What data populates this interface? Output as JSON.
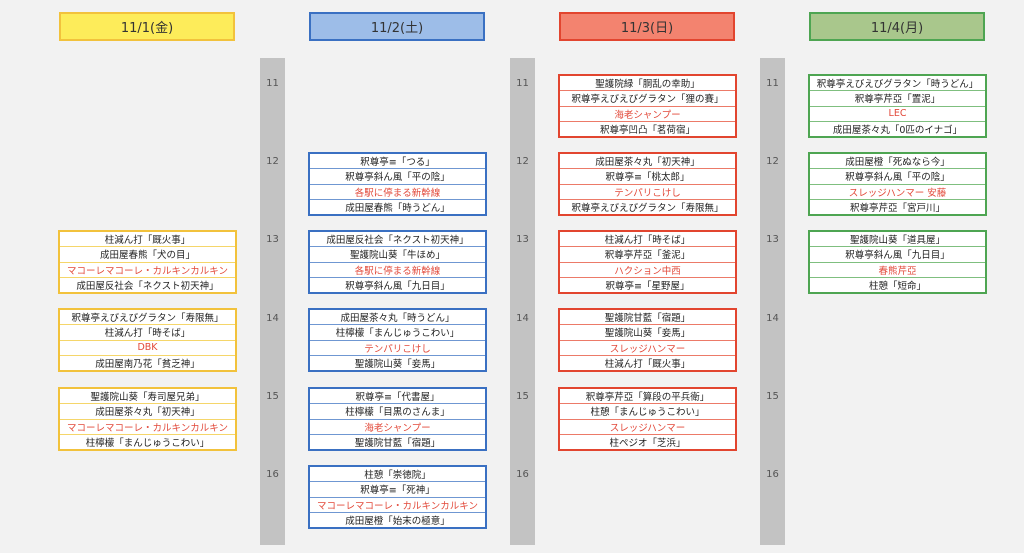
{
  "times": [
    "11",
    "12",
    "13",
    "14",
    "15",
    "16"
  ],
  "days": [
    {
      "label": "11/1(金)",
      "fill": "#fdec5a",
      "border": "#f2c23c",
      "line": "#f5d66a",
      "slots": [
        null,
        null,
        [
          "柱減ん打「厩火事」",
          "成田屋春熊「犬の目」",
          {
            "t": "マコーレマコーレ・カルキンカルキン",
            "hl": true
          },
          "成田屋反社会「ネクスト初天神」"
        ],
        [
          "釈尊亭えびえびグラタン「寿限無」",
          "柱減ん打「時そば」",
          {
            "t": "DBK",
            "hl": true
          },
          "成田屋南乃花「貧乏神」"
        ],
        [
          "聖護院山葵「寿司屋兄弟」",
          "成田屋茶々丸「初天神」",
          {
            "t": "マコーレマコーレ・カルキンカルキン",
            "hl": true
          },
          "柱檸檬「まんじゅうこわい」"
        ],
        null
      ]
    },
    {
      "label": "11/2(土)",
      "fill": "#9dbde8",
      "border": "#3a70c2",
      "line": "#6f97d2",
      "slots": [
        null,
        [
          "釈尊亭≡「つる」",
          "釈尊亭斜ん風「平の陰」",
          {
            "t": "各駅に停まる新幹線",
            "hl": true
          },
          "成田屋春熊「時うどん」"
        ],
        [
          "成田屋反社会「ネクスト初天神」",
          "聖護院山葵「牛ほめ」",
          {
            "t": "各駅に停まる新幹線",
            "hl": true
          },
          "釈尊亭斜ん風「九日目」"
        ],
        [
          "成田屋茶々丸「時うどん」",
          "柱檸檬「まんじゅうこわい」",
          {
            "t": "テンパリこけし",
            "hl": true
          },
          "聖護院山葵「妾馬」"
        ],
        [
          "釈尊亭≡「代書屋」",
          "柱檸檬「目黒のさんま」",
          {
            "t": "海老シャンプー",
            "hl": true
          },
          "聖護院甘藍「宿題」"
        ],
        [
          "柱憩「崇徳院」",
          "釈尊亭≡「死神」",
          {
            "t": "マコーレマコーレ・カルキンカルキン",
            "hl": true
          },
          "成田屋橙「始末の極意」"
        ]
      ]
    },
    {
      "label": "11/3(日)",
      "fill": "#f3836f",
      "border": "#e2452f",
      "line": "#ec7a68",
      "slots": [
        [
          "聖護院緑「胴乱の幸助」",
          "釈尊亭えびえびグラタン「狸の賽」",
          {
            "t": "海老シャンプー",
            "hl": true
          },
          "釈尊亭凹凸「茗荷宿」"
        ],
        [
          "成田屋茶々丸「初天神」",
          "釈尊亭≡「桃太郎」",
          {
            "t": "テンパリこけし",
            "hl": true
          },
          "釈尊亭えびえびグラタン「寿限無」"
        ],
        [
          "柱減ん打「時そば」",
          "釈尊亭芹亞「釜泥」",
          {
            "t": "ハクション中西",
            "hl": true
          },
          "釈尊亭≡「星野屋」"
        ],
        [
          "聖護院甘藍「宿題」",
          "聖護院山葵「妾馬」",
          {
            "t": "スレッジハンマー",
            "hl": true
          },
          "柱減ん打「厩火事」"
        ],
        [
          "釈尊亭芹亞「算段の平兵衛」",
          "柱憩「まんじゅうこわい」",
          {
            "t": "スレッジハンマー",
            "hl": true
          },
          "柱ペジオ「芝浜」"
        ],
        null
      ]
    },
    {
      "label": "11/4(月)",
      "fill": "#a9c78c",
      "border": "#4ea552",
      "line": "#7fbf7f",
      "slots": [
        [
          "釈尊亭えびえびグラタン「時うどん」",
          "釈尊亭芹亞「置泥」",
          {
            "t": "LEC",
            "hl": true
          },
          "成田屋茶々丸「0匹のイナゴ」"
        ],
        [
          "成田屋橙「死ぬなら今」",
          "釈尊亭斜ん風「平の陰」",
          {
            "t": "スレッジハンマー 安藤",
            "hl": true
          },
          "釈尊亭芹亞「宮戸川」"
        ],
        [
          "聖護院山葵「道具屋」",
          "釈尊亭斜ん風「九日目」",
          {
            "t": "春熊芹亞",
            "hl": true
          },
          "柱憩「短命」"
        ],
        null,
        null,
        null
      ]
    }
  ]
}
